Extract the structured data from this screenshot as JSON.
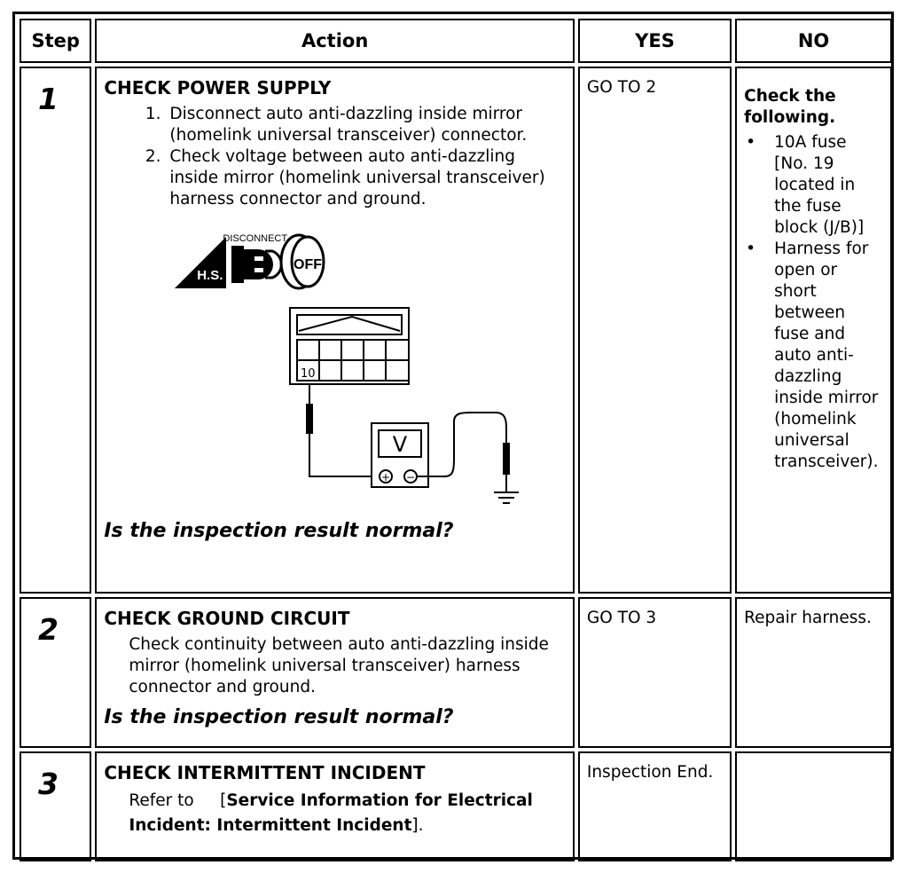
{
  "headers": {
    "step": "Step",
    "action": "Action",
    "yes": "YES",
    "no": "NO"
  },
  "rows": [
    {
      "step": "1",
      "title": "CHECK POWER SUPPLY",
      "items": [
        "Disconnect auto anti-dazzling inside mirror (homelink universal transceiver) connector.",
        "Check voltage between auto anti-dazzling inside mirror (homelink universal transceiver) harness connector and ground."
      ],
      "figure": {
        "icon_hs": "H.S.",
        "icon_disconnect": "DISCONNECT",
        "icon_off": "OFF",
        "pin": "10",
        "meter": "V",
        "plus": "+",
        "minus": "−"
      },
      "question": "Is the inspection result normal?",
      "yes": "GO TO 2",
      "no_header": "Check the following.",
      "no_items": [
        "10A fuse [No. 19 located in the fuse block (J/B)]",
        "Harness for open or short between fuse and auto anti-dazzling inside mirror (homelink universal transceiver)."
      ]
    },
    {
      "step": "2",
      "title": "CHECK GROUND CIRCUIT",
      "text": "Check continuity between auto anti-dazzling inside mirror (homelink universal transceiver) harness connector and ground.",
      "question": "Is the inspection result normal?",
      "yes": "GO TO 3",
      "no": "Repair harness."
    },
    {
      "step": "3",
      "title": "CHECK INTERMITTENT INCIDENT",
      "refer": "Refer to",
      "ref_bold": "Service Information for Electrical Incident: Intermittent Incident",
      "ref_close": "].",
      "ref_open": "[",
      "yes": "Inspection End.",
      "no": ""
    }
  ]
}
